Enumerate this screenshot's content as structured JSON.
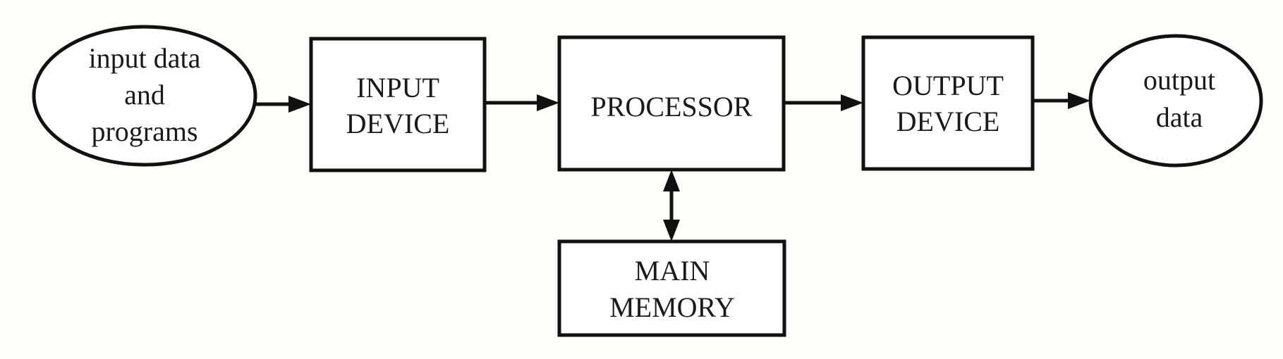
{
  "nodes": {
    "input_data": {
      "lines": [
        "input data",
        "and",
        "programs"
      ]
    },
    "input_device": {
      "lines": [
        "INPUT",
        "DEVICE"
      ]
    },
    "processor": {
      "lines": [
        "PROCESSOR"
      ]
    },
    "output_device": {
      "lines": [
        "OUTPUT",
        "DEVICE"
      ]
    },
    "output_data": {
      "lines": [
        "output",
        "data"
      ]
    },
    "main_memory": {
      "lines": [
        "MAIN",
        "MEMORY"
      ]
    }
  },
  "colors": {
    "stroke": "#111111",
    "text": "#1a1a1a",
    "background": "#fdfdfb"
  }
}
